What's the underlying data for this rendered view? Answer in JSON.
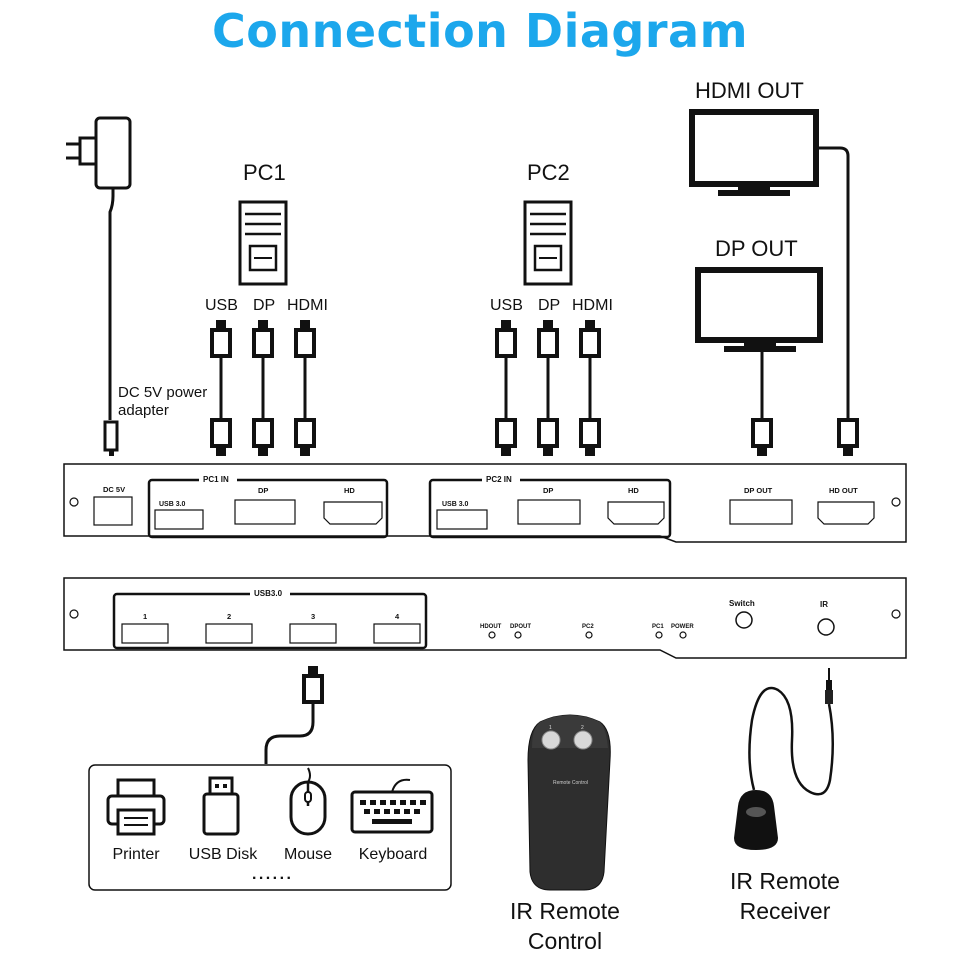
{
  "title": "Connection Diagram",
  "pc1": {
    "label": "PC1",
    "ports": [
      "USB",
      "DP",
      "HDMI"
    ]
  },
  "pc2": {
    "label": "PC2",
    "ports": [
      "USB",
      "DP",
      "HDMI"
    ]
  },
  "outputs": {
    "hdmi_out": "HDMI OUT",
    "dp_out": "DP OUT"
  },
  "power": {
    "label": "DC 5V power\nadapter",
    "line1": "DC 5V power",
    "line2": "adapter"
  },
  "rear_panel": {
    "dc": "DC 5V",
    "pc1_in": "PC1 IN",
    "pc2_in": "PC2 IN",
    "usb30": "USB 3.0",
    "dp": "DP",
    "hd": "HD",
    "dp_out": "DP OUT",
    "hd_out": "HD OUT"
  },
  "front_panel": {
    "usb_group": "USB3.0",
    "usb_ports": [
      "1",
      "2",
      "3",
      "4"
    ],
    "leds": [
      "HDOUT",
      "DPOUT",
      "PC2",
      "PC1",
      "POWER"
    ],
    "switch": "Switch",
    "ir": "IR"
  },
  "peripherals": {
    "items": [
      "Printer",
      "USB Disk",
      "Mouse",
      "Keyboard"
    ],
    "more": ". . . . . ."
  },
  "remote": {
    "text": "Remote Control",
    "buttons": [
      "1",
      "2"
    ],
    "caption_line1": "IR Remote",
    "caption_line2": "Control"
  },
  "receiver": {
    "caption_line1": "IR Remote",
    "caption_line2": "Receiver"
  },
  "colors": {
    "title": "#1ca7ec",
    "line": "#111111",
    "remote_body": "#2e2e2e"
  }
}
